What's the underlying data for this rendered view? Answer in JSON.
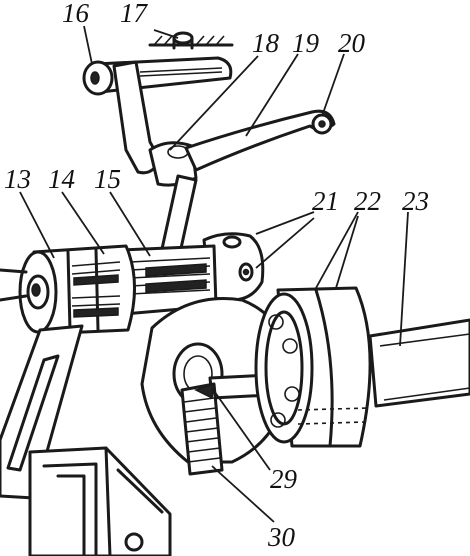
{
  "figure": {
    "labels": [
      "13",
      "14",
      "15",
      "16",
      "17",
      "18",
      "19",
      "20",
      "21",
      "22",
      "23",
      "29",
      "30"
    ]
  }
}
